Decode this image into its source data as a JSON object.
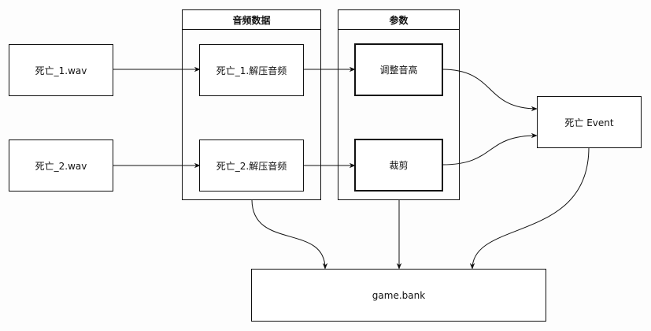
{
  "containers": {
    "audio": {
      "title": "音频数据"
    },
    "params": {
      "title": "参数"
    }
  },
  "nodes": {
    "src1": "死亡_1.wav",
    "src2": "死亡_2.wav",
    "dec1": "死亡_1.解压音频",
    "dec2": "死亡_2.解压音频",
    "pitch": "调整音高",
    "trim": "裁剪",
    "event": "死亡 Event",
    "bank": "game.bank"
  },
  "colors": {
    "line": "#111111",
    "background": "#fdfdfd"
  }
}
